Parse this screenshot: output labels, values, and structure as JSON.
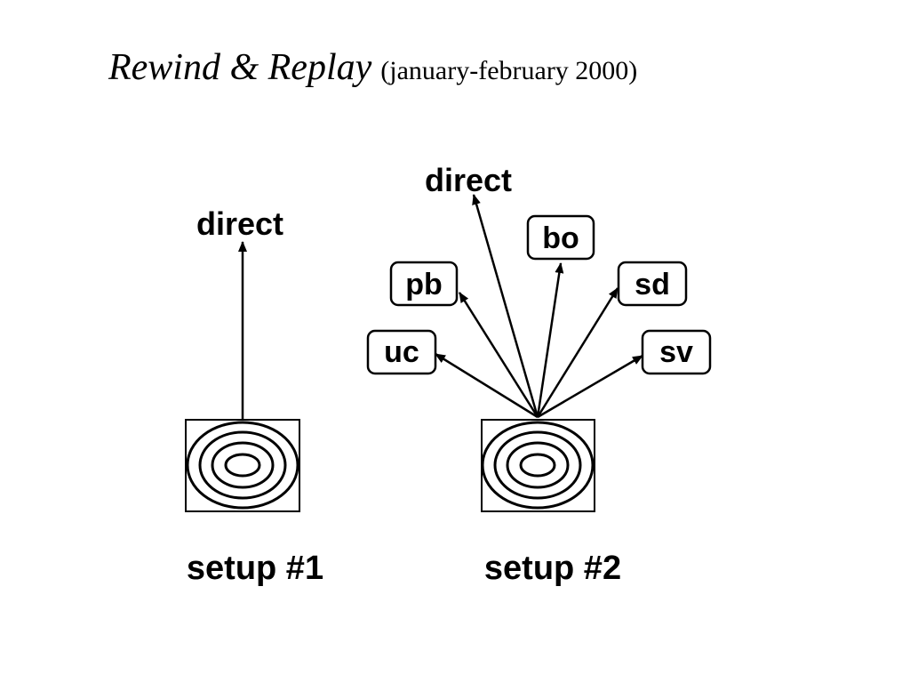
{
  "title": {
    "main": "Rewind & Replay",
    "sub": "(january-february 2000)"
  },
  "setup1": {
    "label": "setup #1",
    "target": "direct"
  },
  "setup2": {
    "label": "setup #2",
    "targets": {
      "direct": "direct",
      "uc": "uc",
      "pb": "pb",
      "bo": "bo",
      "sd": "sd",
      "sv": "sv"
    }
  },
  "colors": {
    "ink": "#000000",
    "background": "#ffffff"
  }
}
